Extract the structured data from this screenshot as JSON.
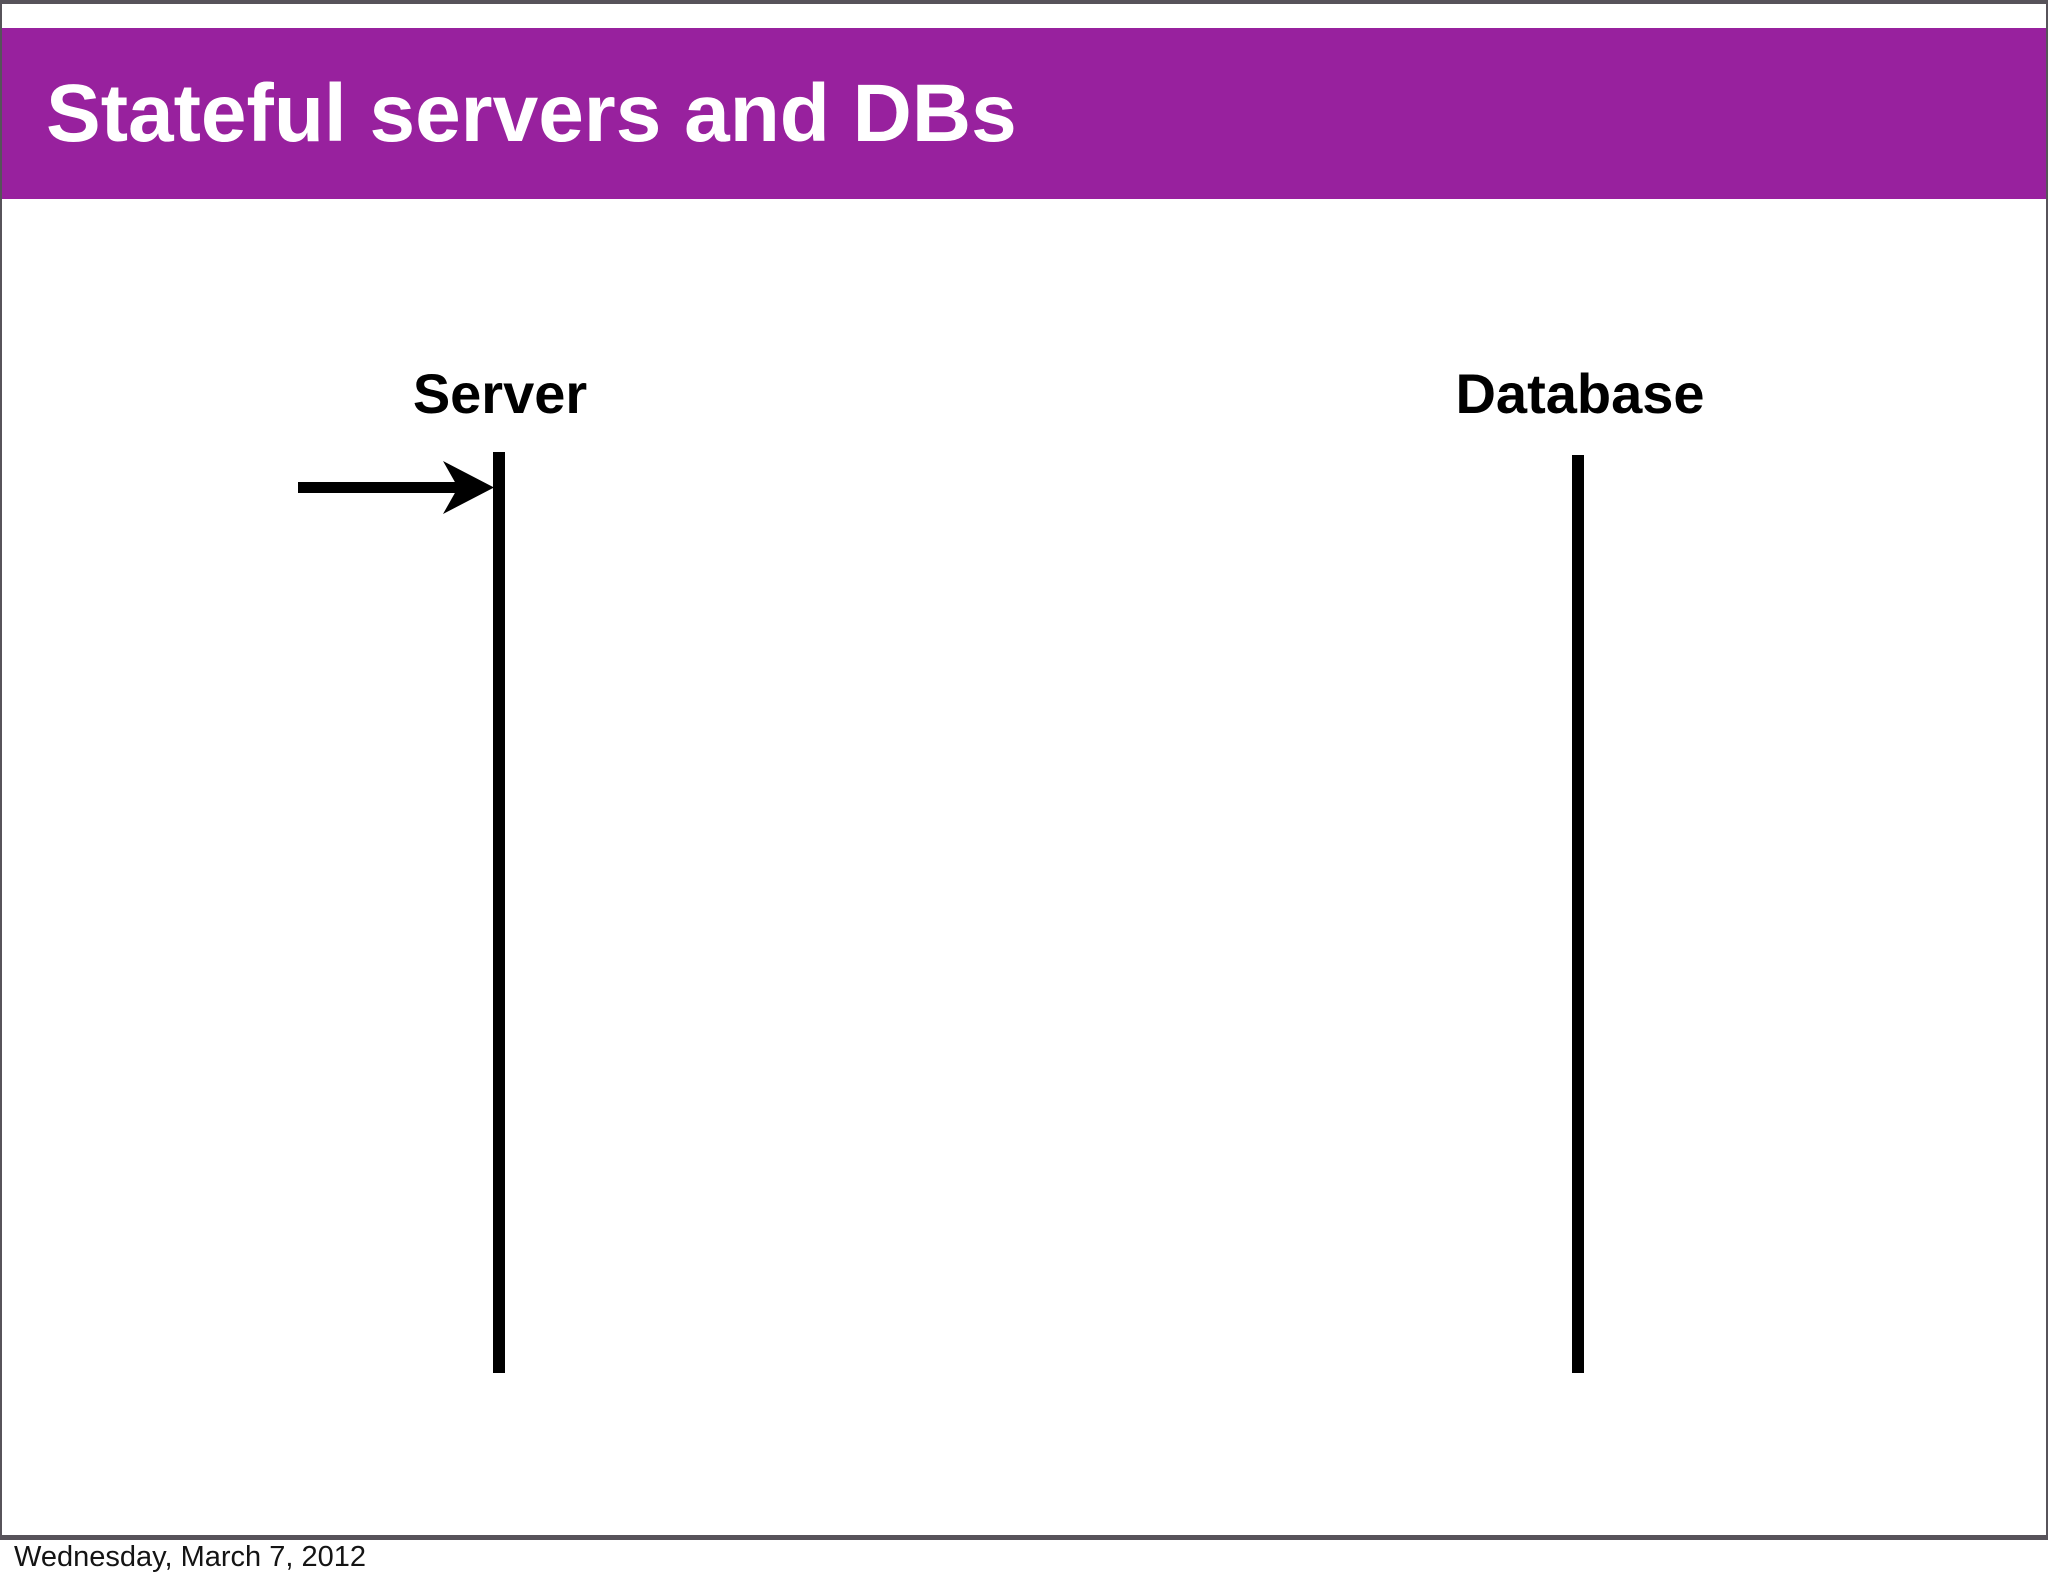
{
  "slide": {
    "title": "Stateful servers and DBs",
    "footer_date": "Wednesday, March 7, 2012",
    "colors": {
      "header_bg": "#98219E",
      "frame_border": "#57535a",
      "diagram_ink": "#000000",
      "title_text": "#FFFFFF"
    }
  },
  "diagram": {
    "type": "sequence-lifelines",
    "actors": [
      {
        "label": "Server"
      },
      {
        "label": "Database"
      }
    ],
    "arrows": [
      {
        "name": "incoming-request",
        "target": "Server",
        "direction": "right"
      }
    ]
  }
}
